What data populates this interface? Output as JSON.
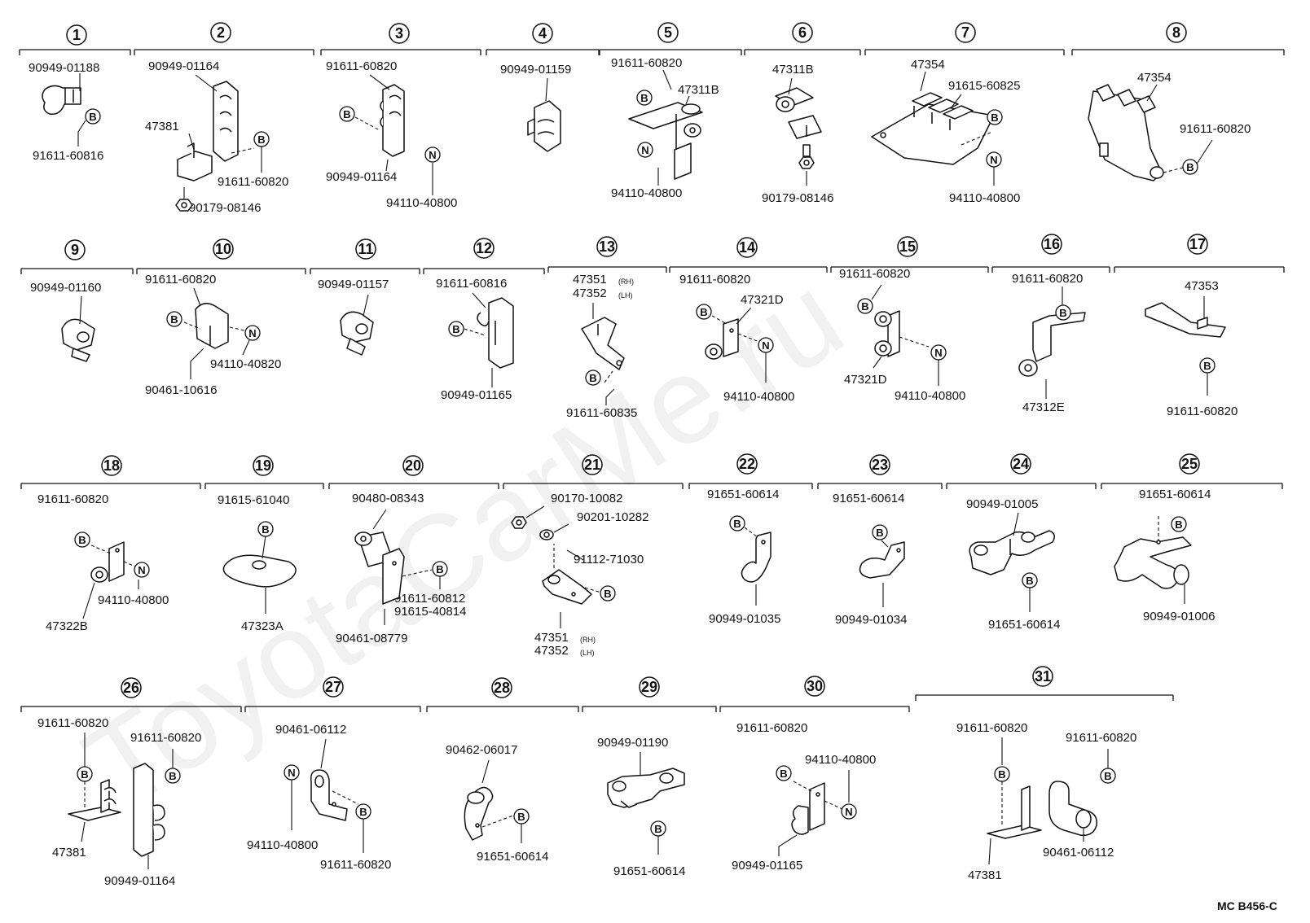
{
  "watermark": "ToyotaCarMe.ru",
  "drawing_code": "MC B456-C",
  "markers": {
    "bolt": "B",
    "nut": "N"
  },
  "groups": {
    "g1": {
      "num": "1",
      "parts": [
        "90949-01188",
        "91611-60816"
      ]
    },
    "g2": {
      "num": "2",
      "parts": [
        "90949-01164",
        "47381",
        "91611-60820",
        "90179-08146"
      ]
    },
    "g3": {
      "num": "3",
      "parts": [
        "91611-60820",
        "90949-01164",
        "94110-40800"
      ]
    },
    "g4": {
      "num": "4",
      "parts": [
        "90949-01159"
      ]
    },
    "g5": {
      "num": "5",
      "parts": [
        "91611-60820",
        "47311B",
        "94110-40800"
      ]
    },
    "g6": {
      "num": "6",
      "parts": [
        "47311B",
        "90179-08146"
      ]
    },
    "g7": {
      "num": "7",
      "parts": [
        "47354",
        "91615-60825",
        "94110-40800"
      ]
    },
    "g8": {
      "num": "8",
      "parts": [
        "47354",
        "91611-60820"
      ]
    },
    "g9": {
      "num": "9",
      "parts": [
        "90949-01160"
      ]
    },
    "g10": {
      "num": "10",
      "parts": [
        "91611-60820",
        "94110-40820",
        "90461-10616"
      ]
    },
    "g11": {
      "num": "11",
      "parts": [
        "90949-01157"
      ]
    },
    "g12": {
      "num": "12",
      "parts": [
        "91611-60816",
        "90949-01165"
      ]
    },
    "g13": {
      "num": "13",
      "parts": [
        "47351",
        "(RH)",
        "47352",
        "(LH)",
        "91611-60835"
      ]
    },
    "g14": {
      "num": "14",
      "parts": [
        "91611-60820",
        "47321D",
        "94110-40800"
      ]
    },
    "g15": {
      "num": "15",
      "parts": [
        "91611-60820",
        "47321D",
        "94110-40800"
      ]
    },
    "g16": {
      "num": "16",
      "parts": [
        "91611-60820",
        "47312E"
      ]
    },
    "g17": {
      "num": "17",
      "parts": [
        "47353",
        "91611-60820"
      ]
    },
    "g18": {
      "num": "18",
      "parts": [
        "91611-60820",
        "94110-40800",
        "47322B"
      ]
    },
    "g19": {
      "num": "19",
      "parts": [
        "91615-61040",
        "47323A"
      ]
    },
    "g20": {
      "num": "20",
      "parts": [
        "90480-08343",
        "91611-60812",
        "91615-40814",
        "90461-08779"
      ]
    },
    "g21": {
      "num": "21",
      "parts": [
        "90170-10082",
        "90201-10282",
        "91112-71030",
        "47351",
        "(RH)",
        "47352",
        "(LH)"
      ]
    },
    "g22": {
      "num": "22",
      "parts": [
        "91651-60614",
        "90949-01035"
      ]
    },
    "g23": {
      "num": "23",
      "parts": [
        "91651-60614",
        "90949-01034"
      ]
    },
    "g24": {
      "num": "24",
      "parts": [
        "90949-01005",
        "91651-60614"
      ]
    },
    "g25": {
      "num": "25",
      "parts": [
        "91651-60614",
        "90949-01006"
      ]
    },
    "g26": {
      "num": "26",
      "parts": [
        "91611-60820",
        "91611-60820",
        "47381",
        "90949-01164"
      ]
    },
    "g27": {
      "num": "27",
      "parts": [
        "90461-06112",
        "94110-40800",
        "91611-60820"
      ]
    },
    "g28": {
      "num": "28",
      "parts": [
        "90462-06017",
        "91651-60614"
      ]
    },
    "g29": {
      "num": "29",
      "parts": [
        "90949-01190",
        "91651-60614"
      ]
    },
    "g30": {
      "num": "30",
      "parts": [
        "91611-60820",
        "94110-40800",
        "90949-01165"
      ]
    },
    "g31": {
      "num": "31",
      "parts": [
        "91611-60820",
        "91611-60820",
        "90461-06112",
        "47381"
      ]
    }
  }
}
